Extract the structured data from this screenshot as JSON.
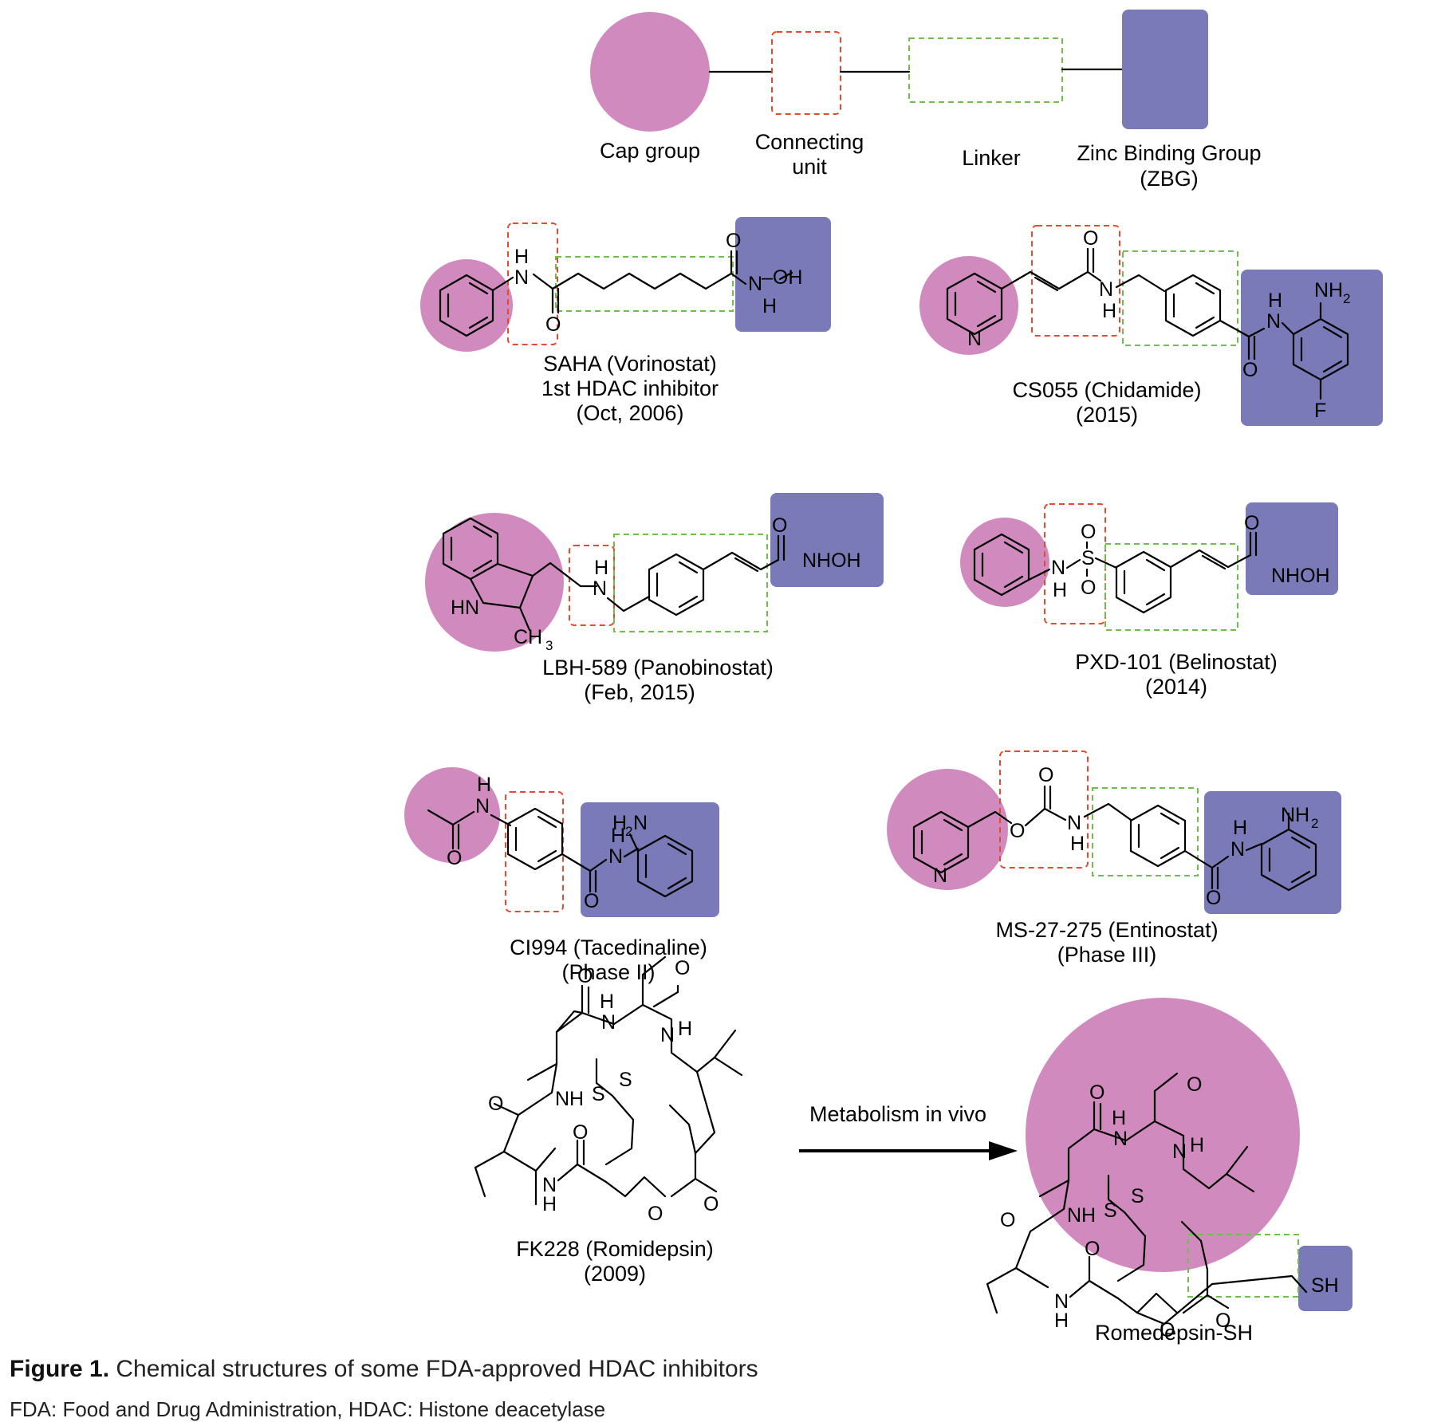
{
  "legend": {
    "cap_group": "Cap group",
    "connecting_unit_line1": "Connecting",
    "connecting_unit_line2": "unit",
    "linker": "Linker",
    "zbg_line1": "Zinc Binding Group",
    "zbg_line2": "(ZBG)"
  },
  "compounds": {
    "saha": {
      "line1": "SAHA (Vorinostat)",
      "line2": "1st HDAC inhibitor",
      "line3": "(Oct, 2006)"
    },
    "cs055": {
      "line1": "CS055 (Chidamide)",
      "line2": "(2015)"
    },
    "lbh589": {
      "line1": "LBH-589 (Panobinostat)",
      "line2": "(Feb, 2015)"
    },
    "pxd101": {
      "line1": "PXD-101 (Belinostat)",
      "line2": "(2014)"
    },
    "ci994": {
      "line1": "CI994 (Tacedinaline)",
      "line2": "(Phase II)"
    },
    "ms27275": {
      "line1": "MS-27-275 (Entinostat)",
      "line2": "(Phase III)"
    },
    "fk228": {
      "line1": "FK228 (Romidepsin)",
      "line2": "(2009)"
    },
    "romidepsin_sh": {
      "line1": "Romedepsin-SH"
    }
  },
  "arrow_label": "Metabolism in vivo",
  "caption": {
    "figure_number": "Figure 1.",
    "title": "Chemical structures of some FDA-approved HDAC inhibitors",
    "note": "FDA: Food and Drug Administration, HDAC: Histone deacetylase"
  },
  "colors": {
    "cap_group": "#d18abd",
    "zinc_binding_group": "#7a7ab9",
    "connecting_unit_outline": "#e64a2e",
    "linker_outline": "#6ec04a"
  }
}
